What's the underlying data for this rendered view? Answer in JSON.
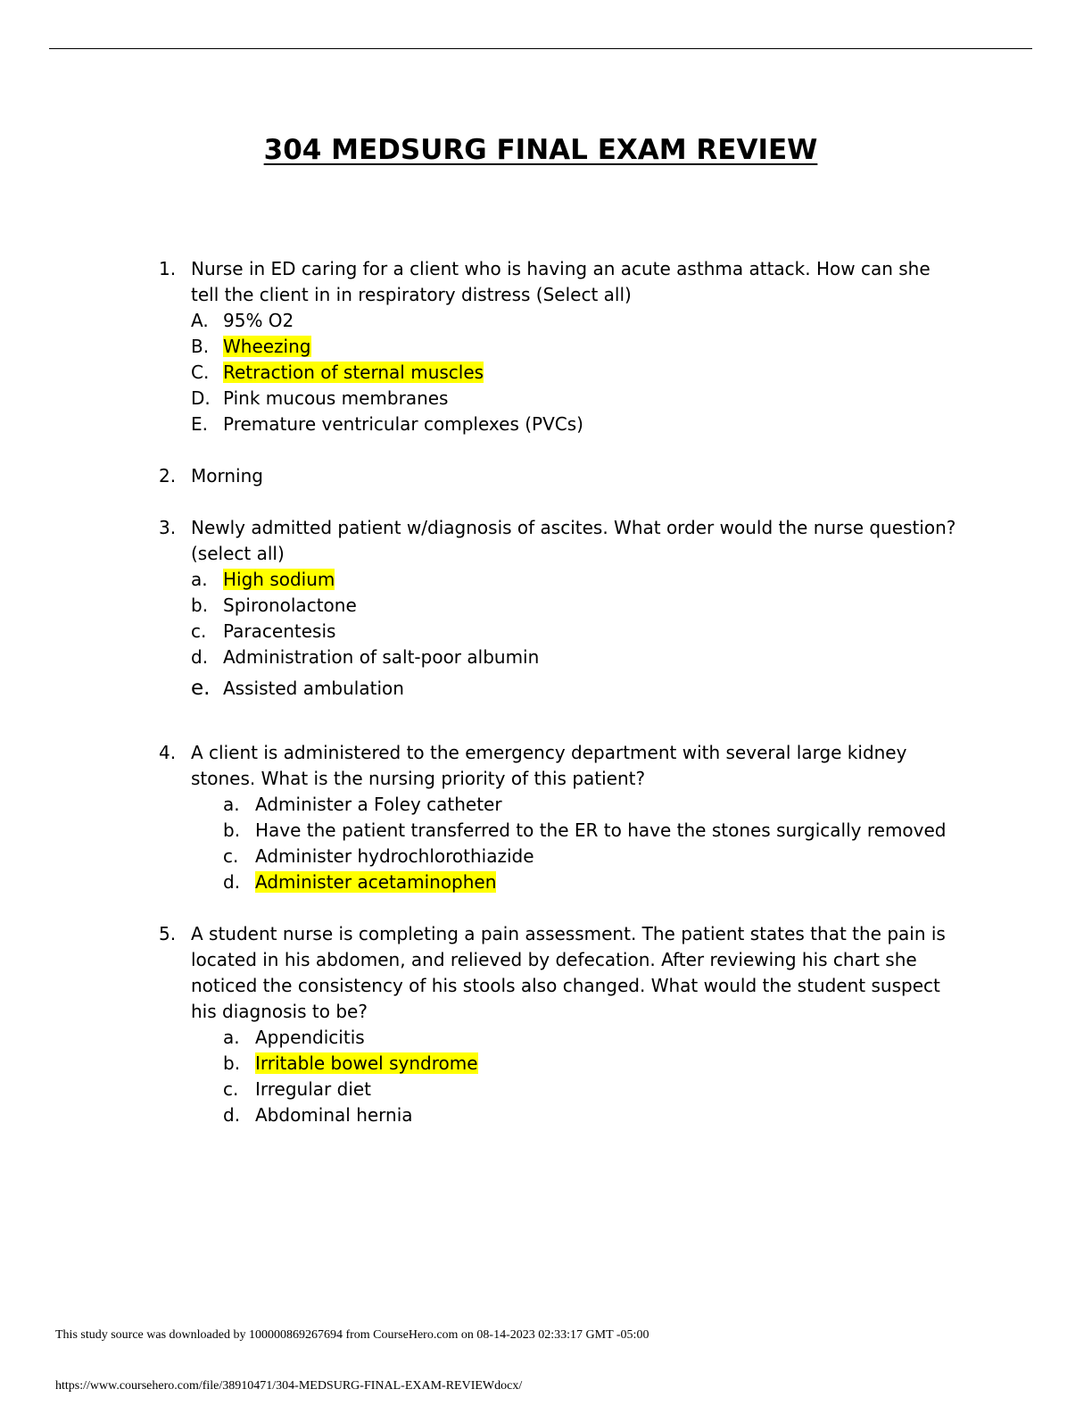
{
  "title": "304 MEDSURG FINAL EXAM REVIEW",
  "questions": [
    {
      "number": "1.",
      "text": "Nurse in ED caring for a client who is having an acute asthma attack. How can she tell the client in in respiratory distress (Select all)",
      "options": [
        {
          "letter": "A.",
          "text": "95% O2",
          "highlight": false
        },
        {
          "letter": "B.",
          "text": "Wheezing",
          "highlight": true
        },
        {
          "letter": "C.",
          "text": "Retraction of sternal muscles",
          "highlight": true
        },
        {
          "letter": "D.",
          "text": "Pink mucous membranes",
          "highlight": false
        },
        {
          "letter": "E.",
          "text": "Premature ventricular complexes (PVCs)",
          "highlight": false
        }
      ]
    },
    {
      "number": "2.",
      "text": "Morning",
      "options": []
    },
    {
      "number": "3.",
      "text": "Newly admitted patient w/diagnosis of ascites. What order would the nurse question? (select all)",
      "options": [
        {
          "letter": "a.",
          "text": "High sodium",
          "highlight": true
        },
        {
          "letter": "b.",
          "text": "Spironolactone",
          "highlight": false
        },
        {
          "letter": "c.",
          "text": "Paracentesis",
          "highlight": false
        },
        {
          "letter": "d.",
          "text": "Administration of salt-poor albumin",
          "highlight": false
        },
        {
          "letter": "e.",
          "text": "Assisted ambulation",
          "highlight": false
        }
      ]
    },
    {
      "number": "4.",
      "text": "A client is administered to the emergency department with several large kidney stones. What is the nursing priority of this patient?",
      "options": [
        {
          "letter": "a.",
          "text": "Administer a Foley catheter",
          "highlight": false
        },
        {
          "letter": "b.",
          "text": "Have the patient transferred to the ER to have the stones surgically removed",
          "highlight": false
        },
        {
          "letter": "c.",
          "text": "Administer hydrochlorothiazide",
          "highlight": false
        },
        {
          "letter": "d.",
          "text": "Administer acetaminophen",
          "highlight": true
        }
      ]
    },
    {
      "number": "5.",
      "text": "A student nurse is completing a pain assessment. The patient states that the pain is located in his abdomen, and relieved by defecation. After reviewing his chart she noticed the consistency of his stools also changed. What would the student suspect his diagnosis to be?",
      "options": [
        {
          "letter": "a.",
          "text": "Appendicitis",
          "highlight": false
        },
        {
          "letter": "b.",
          "text": "Irritable bowel syndrome",
          "highlight": true
        },
        {
          "letter": "c.",
          "text": "Irregular diet",
          "highlight": false
        },
        {
          "letter": "d.",
          "text": "Abdominal hernia",
          "highlight": false
        }
      ]
    }
  ],
  "footer": {
    "source_line": "This study source was downloaded by 100000869267694 from CourseHero.com on 08-14-2023 02:33:17 GMT -05:00",
    "url": "https://www.coursehero.com/file/38910471/304-MEDSURG-FINAL-EXAM-REVIEWdocx/"
  },
  "colors": {
    "highlight": "#ffff00",
    "text": "#000000"
  }
}
